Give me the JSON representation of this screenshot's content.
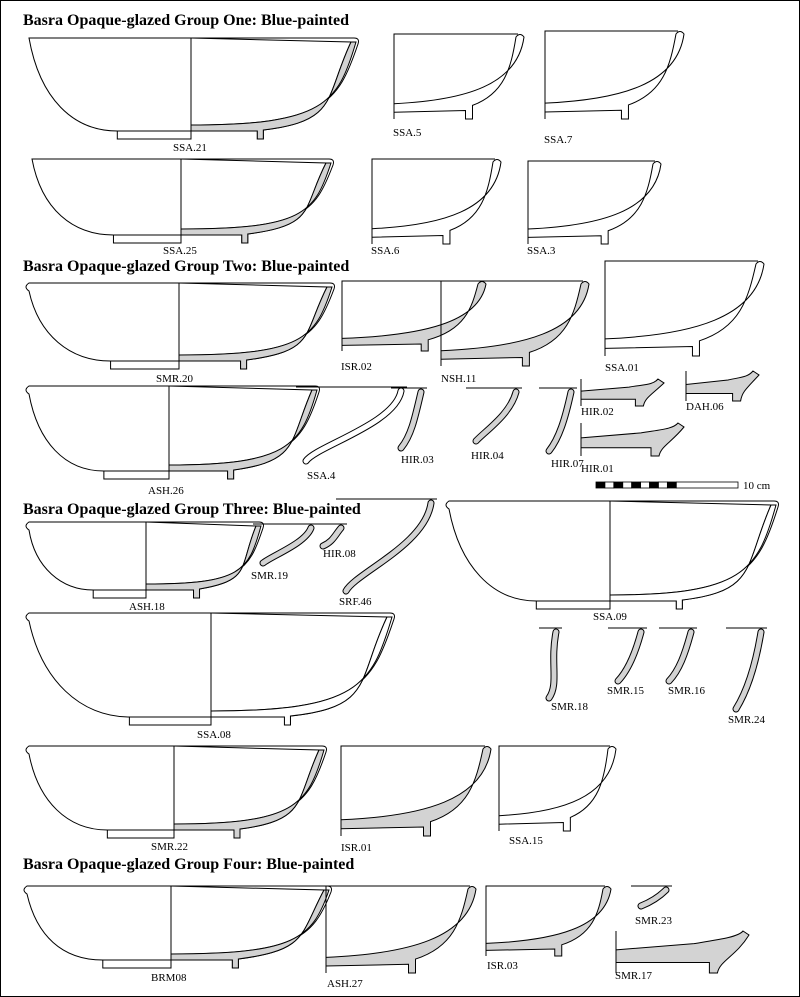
{
  "groups": [
    {
      "title": "Basra Opaque-glazed Group One: Blue-painted"
    },
    {
      "title": "Basra Opaque-glazed Group Two: Blue-painted"
    },
    {
      "title": "Basra Opaque-glazed Group Three: Blue-painted"
    },
    {
      "title": "Basra Opaque-glazed Group Four: Blue-painted"
    }
  ],
  "specimens": [
    {
      "label": "SSA.21",
      "group": 1
    },
    {
      "label": "SSA.5",
      "group": 1
    },
    {
      "label": "SSA.7",
      "group": 1
    },
    {
      "label": "SSA.25",
      "group": 1
    },
    {
      "label": "SSA.6",
      "group": 1
    },
    {
      "label": "SSA.3",
      "group": 1
    },
    {
      "label": "SMR.20",
      "group": 2
    },
    {
      "label": "ISR.02",
      "group": 2
    },
    {
      "label": "NSH.11",
      "group": 2
    },
    {
      "label": "SSA.01",
      "group": 2
    },
    {
      "label": "ASH.26",
      "group": 2
    },
    {
      "label": "SSA.4",
      "group": 2
    },
    {
      "label": "HIR.03",
      "group": 2
    },
    {
      "label": "HIR.04",
      "group": 2
    },
    {
      "label": "HIR.07",
      "group": 2
    },
    {
      "label": "HIR.02",
      "group": 2
    },
    {
      "label": "DAH.06",
      "group": 2
    },
    {
      "label": "HIR.01",
      "group": 2
    },
    {
      "label": "ASH.18",
      "group": 3
    },
    {
      "label": "SMR.19",
      "group": 3
    },
    {
      "label": "HIR.08",
      "group": 3
    },
    {
      "label": "SRF.46",
      "group": 3
    },
    {
      "label": "SSA.09",
      "group": 3
    },
    {
      "label": "SMR.18",
      "group": 3
    },
    {
      "label": "SMR.15",
      "group": 3
    },
    {
      "label": "SMR.16",
      "group": 3
    },
    {
      "label": "SMR.24",
      "group": 3
    },
    {
      "label": "SSA.08",
      "group": 3
    },
    {
      "label": "SMR.22",
      "group": 3
    },
    {
      "label": "ISR.01",
      "group": 3
    },
    {
      "label": "SSA.15",
      "group": 3
    },
    {
      "label": "BRM08",
      "group": 4
    },
    {
      "label": "ASH.27",
      "group": 4
    },
    {
      "label": "ISR.03",
      "group": 4
    },
    {
      "label": "SMR.23",
      "group": 4
    },
    {
      "label": "SMR.17",
      "group": 4
    }
  ],
  "scale_bar": {
    "label": "10 cm",
    "segments": 5
  },
  "colors": {
    "section_fill": "#d3d3d3",
    "line": "#000000"
  }
}
